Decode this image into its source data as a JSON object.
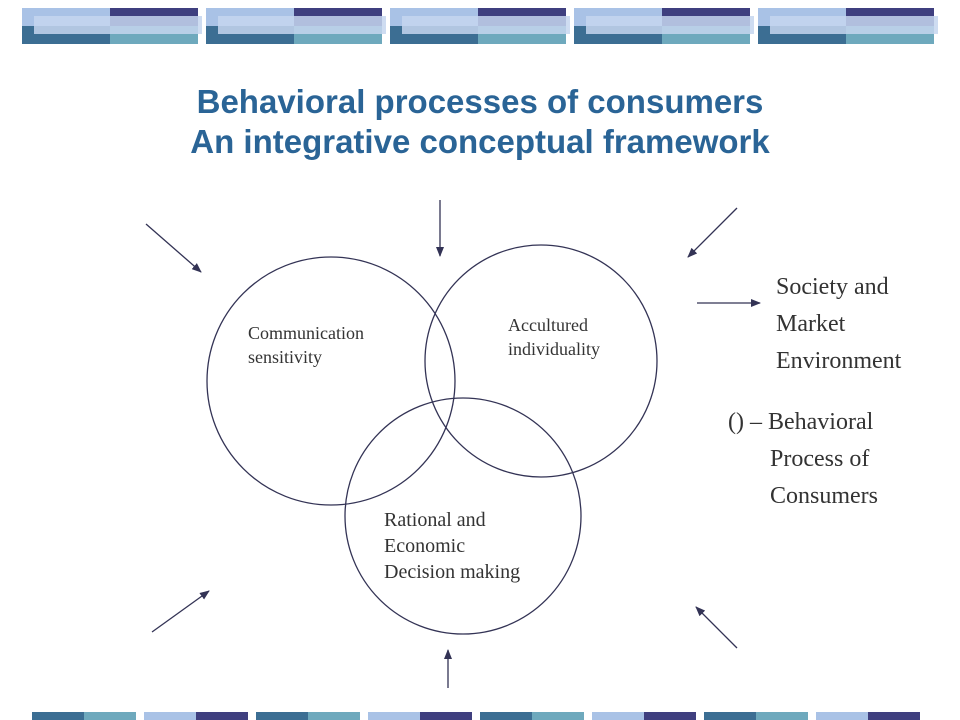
{
  "slide": {
    "title_line1": "Behavioral processes of consumers",
    "title_line2": "An integrative conceptual framework"
  },
  "diagram": {
    "circles": [
      {
        "label": "Communication\nsensitivity"
      },
      {
        "label": "Accultured\nindividuality"
      },
      {
        "label": "Rational and\nEconomic\nDecision making"
      }
    ],
    "legend": {
      "arrow_label": "Society and\nMarket\nEnvironment",
      "circle_label": "() – Behavioral\n       Process of\n       Consumers"
    }
  },
  "colors": {
    "title": "#2a6496",
    "line": "#333355"
  }
}
